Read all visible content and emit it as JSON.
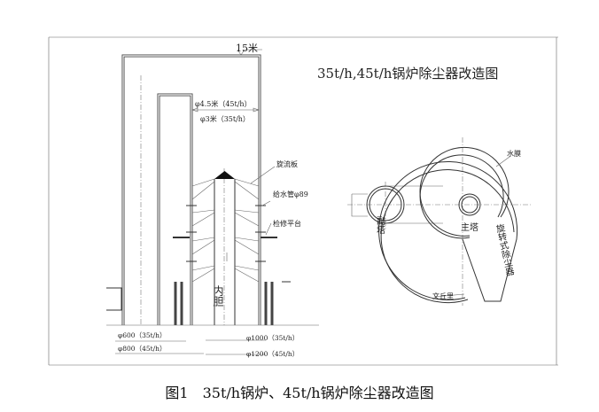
{
  "drawing": {
    "title": "35t/h,45t/h锅炉除尘器改造图",
    "height_label": "15米",
    "dia_45": "φ4.5米（45t/h）",
    "dia_35": "φ3米（35t/h）",
    "swirl_plate": "旋流板",
    "water_pipe": "给水管φ89",
    "platform": "检修平台",
    "inner_core": "内胆",
    "d600": "φ600（35t/h）",
    "d800": "φ800（45t/h）",
    "d1000": "φ1000（35t/h）",
    "d1200": "φ1200（45t/h）",
    "water_film": "水膜",
    "secondary_tower": "副塔",
    "main_tower": "主塔",
    "rotary_collector": "旋转式除尘器",
    "venturi": "文丘里"
  },
  "caption": "图1　35t/h锅炉、45t/h锅炉除尘器改造图"
}
